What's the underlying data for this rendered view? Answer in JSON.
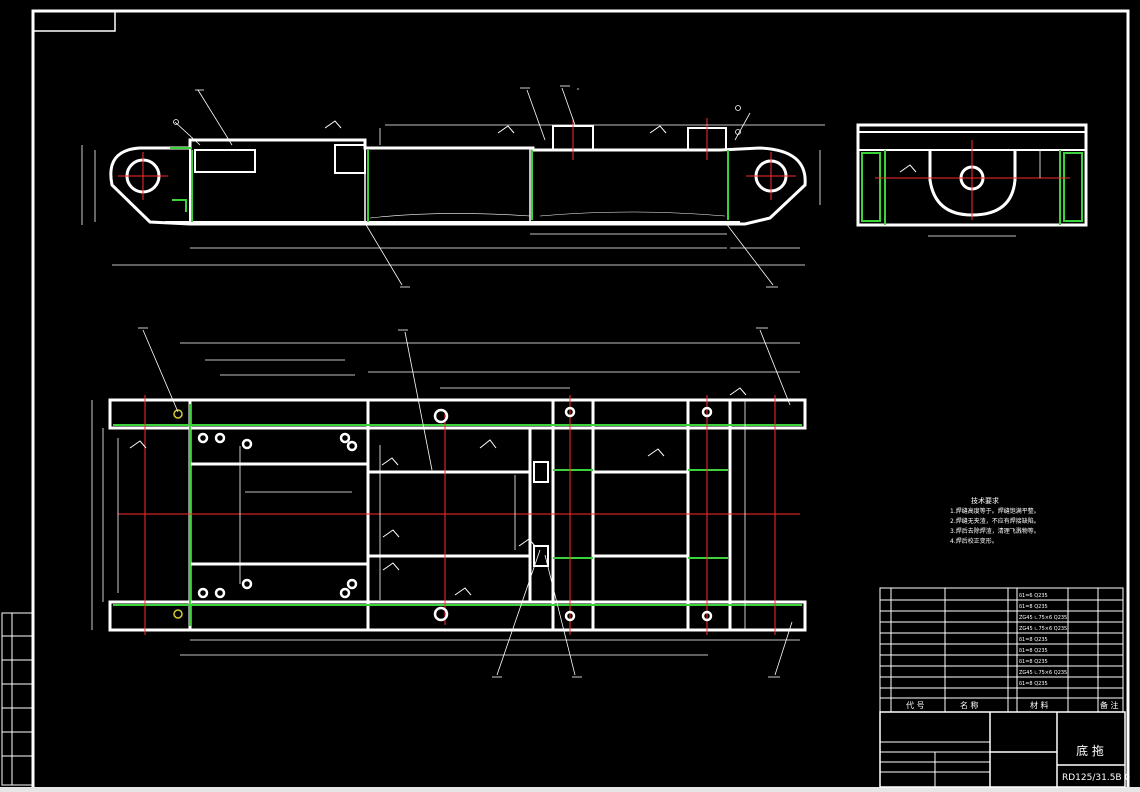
{
  "title_block": {
    "drawing_name": "底 拖",
    "drawing_number": "RD125/31.5B 0",
    "header_code": "代 号",
    "header_name": "名 称",
    "header_material": "材 料",
    "header_remark": "备 注"
  },
  "tech_requirements": {
    "title": "技术要求",
    "lines": [
      "1.焊缝高度等于。焊缝饱满平整。",
      "2.焊缝无夹渣，不应有焊接缺陷。",
      "3.焊后去除焊渣，清理飞溅物等。",
      "4.焊后校正变形。"
    ]
  },
  "bom_materials": [
    "δ1=6 Q235",
    "δ1=8 Q235",
    "ZG45 ∟75×6 Q235",
    "ZG45 ∟75×6 Q235",
    "δ1=8 Q235",
    "δ1=8 Q235",
    "δ1=8 Q235",
    "ZG45 ∟75×6 Q235",
    "δ1=8 Q235"
  ],
  "colors": {
    "background": "#000000",
    "line": "#ffffff",
    "accent_green": "#3cd23c",
    "center_red": "#ff2a2a"
  }
}
